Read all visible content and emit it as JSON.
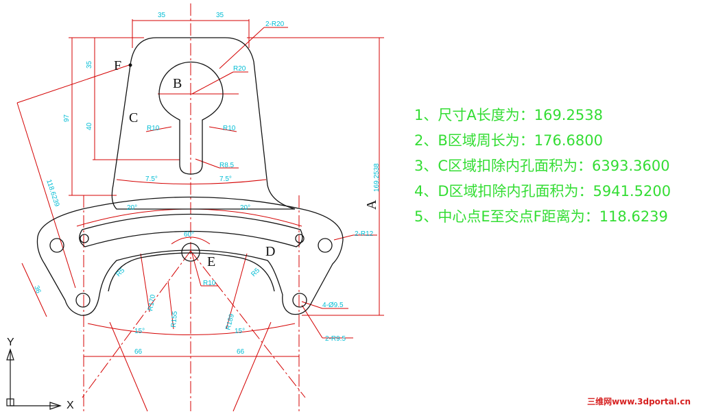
{
  "drawing": {
    "dimensions": {
      "top_left": "35",
      "top_right": "35",
      "two_r20": "2-R20",
      "r20": "R20",
      "v35": "35",
      "v40": "40",
      "v97": "97",
      "r10_left": "R10",
      "r10_right": "R10",
      "r8_5": "R8.5",
      "angle_left": "7.5°",
      "angle_right": "7.5°",
      "total_A": "169.2538",
      "ef_dist": "118.6239",
      "arc_20_left": "20°",
      "arc_20_right": "20°",
      "two_r12": "2-R12",
      "angle_60": "60°",
      "r10_center": "R10",
      "r5_left": "R5",
      "r5_right": "R5",
      "r170": "R170",
      "r155": "R155",
      "r189": "R189",
      "four_phi9_5": "4-Ø9.5",
      "two_r9_5": "2-R9.5",
      "v36": "36",
      "arc_15_left": "15°",
      "arc_15_right": "15°",
      "bottom_66_left": "66",
      "bottom_66_right": "66"
    },
    "region_labels": {
      "B": "B",
      "C": "C",
      "D": "D",
      "E": "E",
      "F": "F",
      "A": "A"
    },
    "axis": {
      "x": "X",
      "y": "Y"
    }
  },
  "results": [
    "1、尺寸A长度为：169.2538",
    "2、B区域周长为：176.6800",
    "3、C区域扣除内孔面积为：6393.3600",
    "4、D区域扣除内孔面积为：5941.5200",
    "5、中心点E至交点F距离为：118.6239"
  ],
  "watermark": "三维网www.3dportal.cn",
  "colors": {
    "outline": "#111111",
    "centerline": "#d40000",
    "dimension": "#d40000",
    "dim_text": "#00bcd4",
    "results_text": "#33dd33",
    "watermark": "#d62020"
  }
}
